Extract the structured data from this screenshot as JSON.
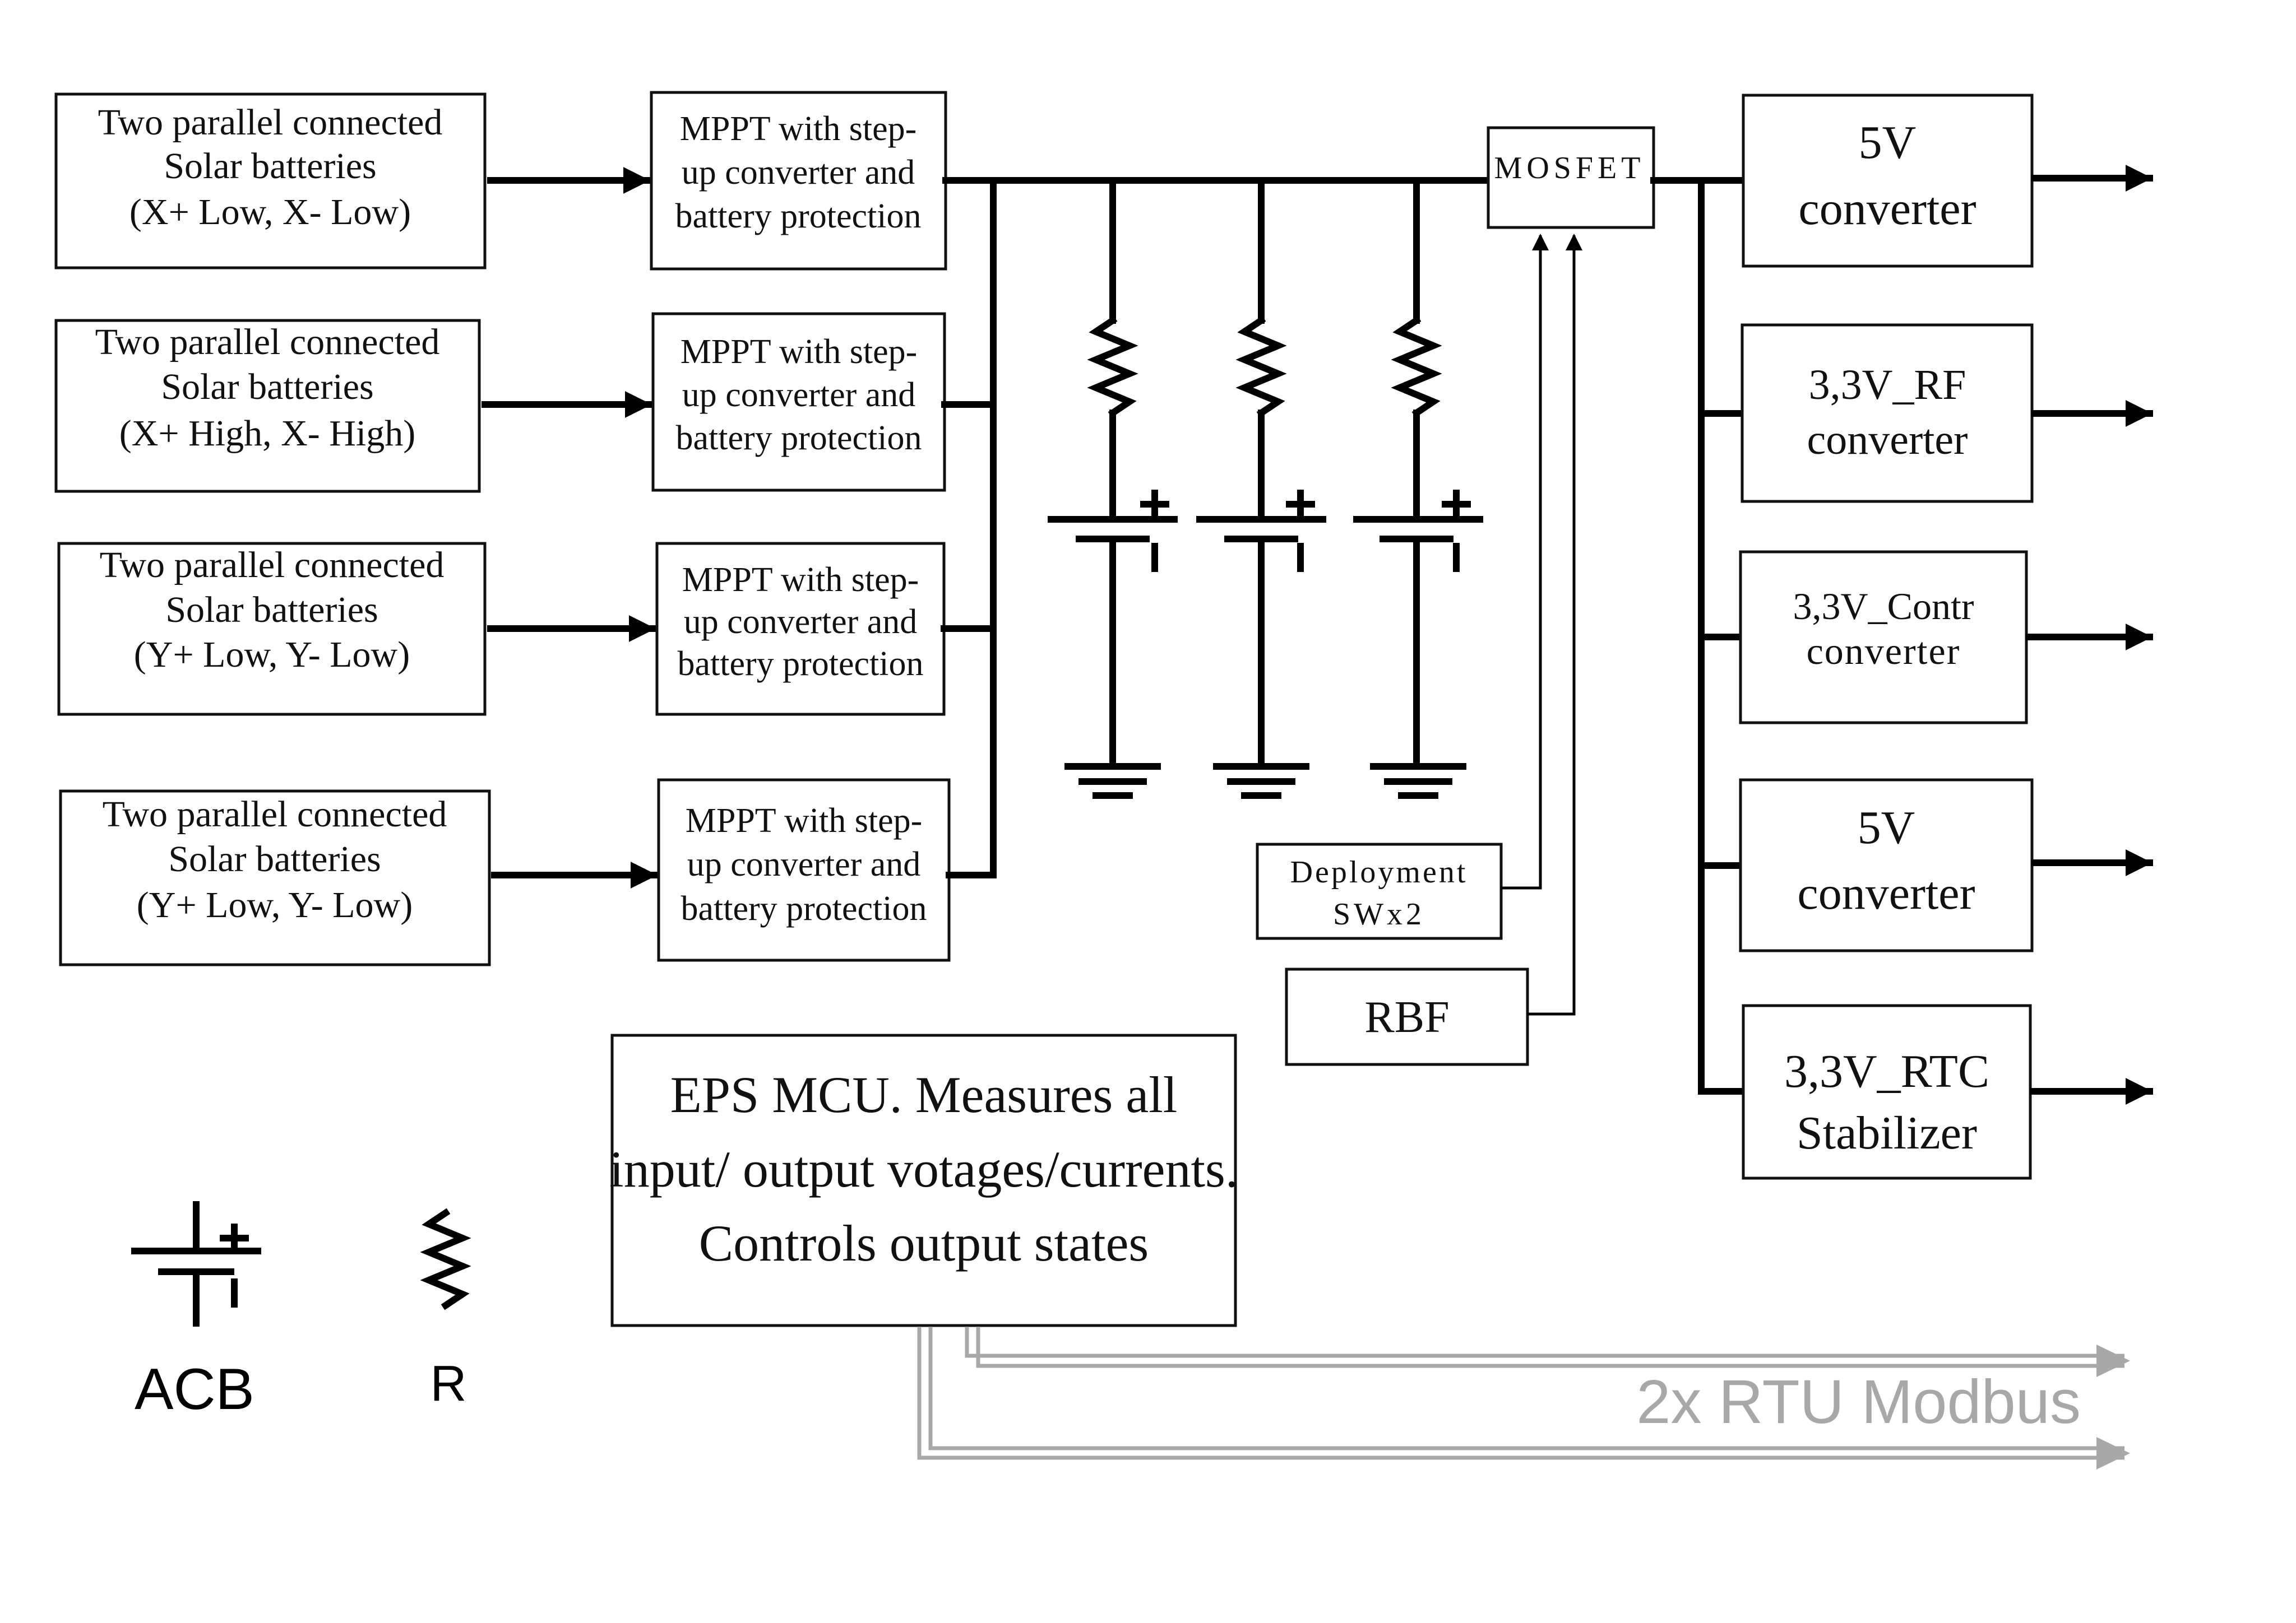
{
  "solar_panels": [
    {
      "line1": "Two parallel connected",
      "line2": "Solar batteries",
      "line3": "(X+ Low, X- Low)"
    },
    {
      "line1": "Two parallel connected",
      "line2": "Solar batteries",
      "line3": "(X+ High, X- High)"
    },
    {
      "line1": "Two parallel connected",
      "line2": "Solar batteries",
      "line3": "(Y+ Low, Y- Low)"
    },
    {
      "line1": "Two parallel connected",
      "line2": "Solar batteries",
      "line3": "(Y+ Low, Y- Low)"
    }
  ],
  "mppt_blocks": [
    {
      "line1": "MPPT with step-",
      "line2": "up converter and",
      "line3": "battery protection"
    },
    {
      "line1": "MPPT with step-",
      "line2": "up converter and",
      "line3": "battery protection"
    },
    {
      "line1": "MPPT with step-",
      "line2": "up converter and",
      "line3": "battery protection"
    },
    {
      "line1": "MPPT with step-",
      "line2": "up converter and",
      "line3": "battery protection"
    }
  ],
  "mosfet": {
    "label": "MOSFET"
  },
  "deployment": {
    "line1": "Deployment",
    "line2": "SWx2"
  },
  "rbf": {
    "label": "RBF"
  },
  "converters": [
    {
      "line1": "5V",
      "line2": "converter"
    },
    {
      "line1": "3,3V_RF",
      "line2": "converter"
    },
    {
      "line1": "3,3V_Contr",
      "line2": "converter"
    },
    {
      "line1": "5V",
      "line2": "converter"
    },
    {
      "line1": "3,3V_RTC",
      "line2": "Stabilizer"
    }
  ],
  "mcu": {
    "line1": "EPS MCU. Measures all",
    "line2": "input/ output votages/currents.",
    "line3": "Controls output states"
  },
  "modbus": {
    "label": "2x RTU Modbus",
    "color": "#a8a8a8"
  },
  "legend": {
    "acb_label": "ACB",
    "r_label": "R"
  }
}
